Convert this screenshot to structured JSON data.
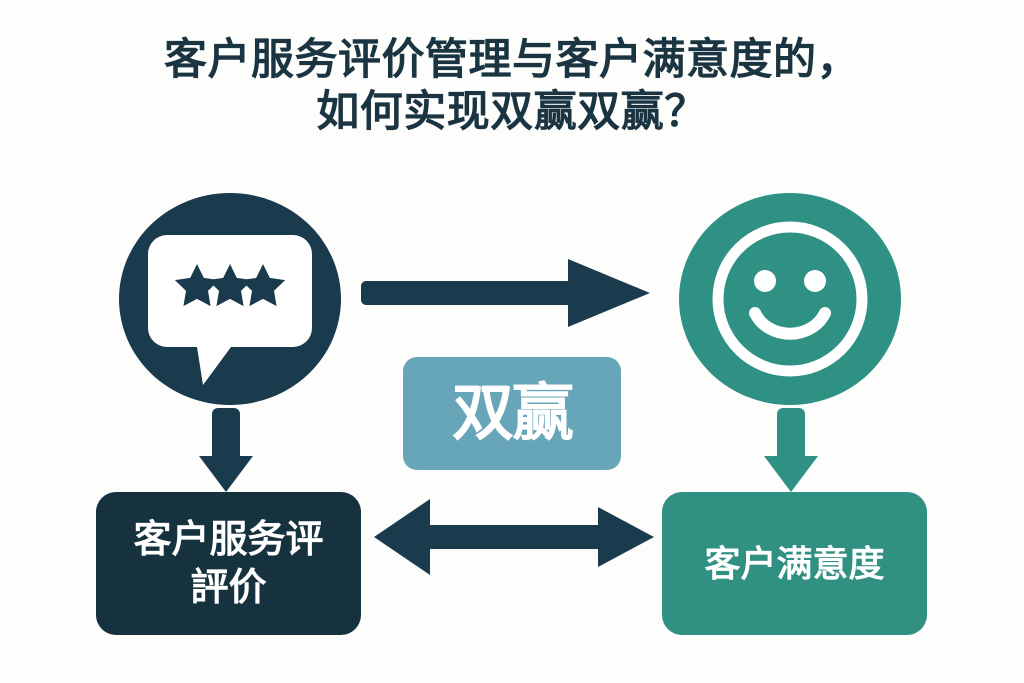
{
  "page": {
    "background_color": "#fdfdfc",
    "language": "zh-CN"
  },
  "colors": {
    "navy": "#1a3a4e",
    "navy_dark": "#16323f",
    "navy_text": "#1b3442",
    "teal": "#2e9183",
    "teal_box": "#309183",
    "steel_blue": "#67a5b8",
    "white": "#ffffff"
  },
  "title": {
    "line1": "客户服务评价管理与客户满意度的，",
    "line2": "如何实现双赢双赢？"
  },
  "nodes": {
    "review_icon": {
      "icon": "speech-bubble-three-stars-icon",
      "shape": "circle",
      "fill": "#1a3a4e",
      "stars": 3
    },
    "satisfaction_icon": {
      "icon": "smiley-face-icon",
      "shape": "circle",
      "fill": "#2e9183"
    },
    "winwin_badge": {
      "label": "双赢",
      "fill": "#67a5b8",
      "text_color": "#ffffff"
    },
    "review_box": {
      "line1": "客户服务评",
      "line2": "評价",
      "fill": "#16323f",
      "text_color": "#ffffff"
    },
    "satisfaction_box": {
      "line1": "客户满意度",
      "fill": "#309183",
      "text_color": "#ffffff"
    }
  },
  "arrows": {
    "top": {
      "name": "arrow-right-icon",
      "direction": "right",
      "color": "#1a3a4e",
      "from": "review_icon",
      "to": "satisfaction_icon"
    },
    "down_left": {
      "name": "arrow-down-icon",
      "direction": "down",
      "color": "#1a3a4e",
      "from": "review_icon",
      "to": "review_box"
    },
    "down_right": {
      "name": "arrow-down-icon",
      "direction": "down",
      "color": "#2e9183",
      "from": "satisfaction_icon",
      "to": "satisfaction_box"
    },
    "bidirectional": {
      "name": "arrow-bidirectional-icon",
      "direction": "both",
      "color": "#1a3a4e",
      "from": "review_box",
      "to": "satisfaction_box"
    }
  }
}
